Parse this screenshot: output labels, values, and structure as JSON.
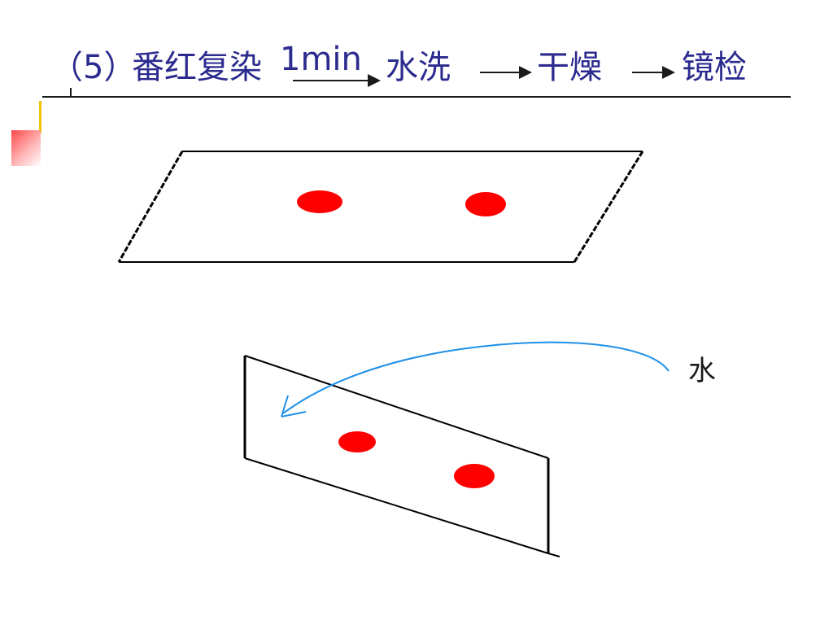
{
  "title": {
    "step_number": "（5）",
    "stain_step": "番红复染",
    "duration": "1min",
    "rinse": "水洗",
    "dry": "干燥",
    "inspect": "镜检"
  },
  "labels": {
    "water": "水"
  },
  "colors": {
    "title_text": "#2B2B8F",
    "stain_spot": "#FF0000",
    "water_arrow": "#1E90E8",
    "slide_outline": "#000000",
    "accent_bar": "#F2C400",
    "accent_square": "#FF4A4A"
  }
}
